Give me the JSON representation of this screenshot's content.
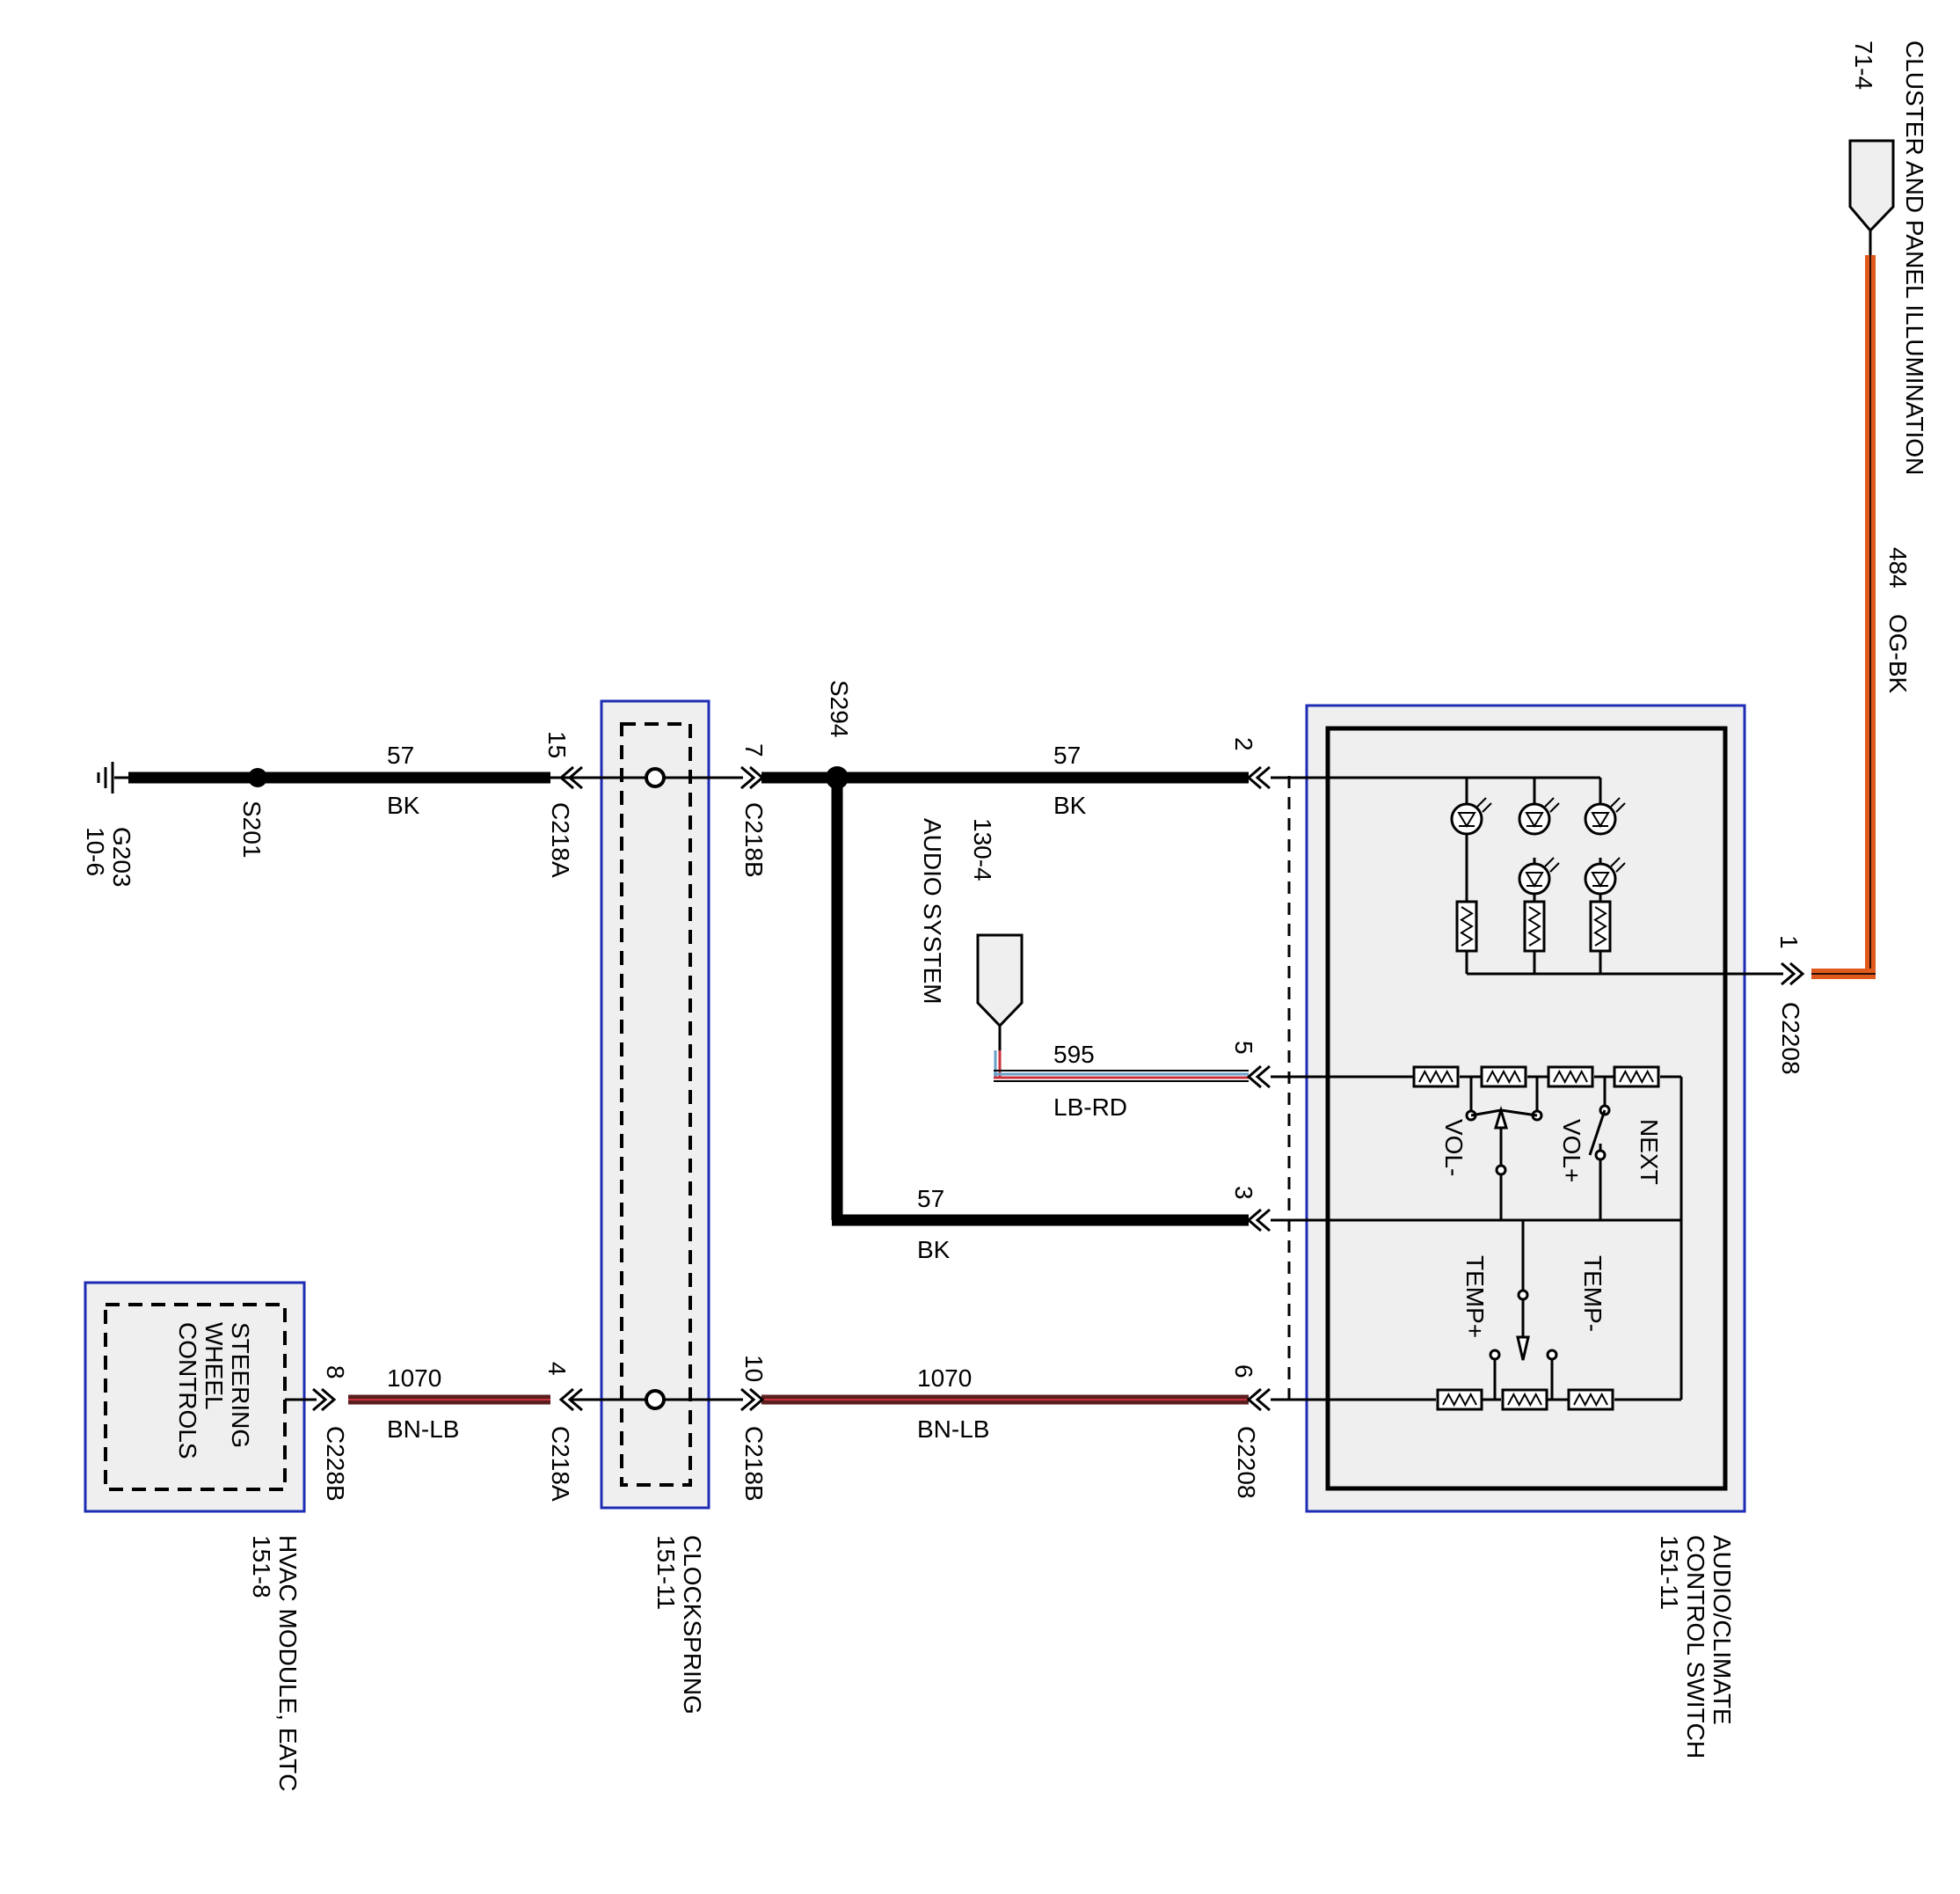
{
  "colors": {
    "module_border": "#1e2cb4",
    "module_fill": "#efefef",
    "wire_black": "#000000",
    "wire_orange": "#e05a1e",
    "wire_brown": "#5a1e1e",
    "wire_lightblue": "#6aa0c8",
    "wire_red": "#c8323c"
  },
  "modules": {
    "cluster": {
      "name": "CLUSTER AND PANEL ILLUMINATION",
      "ref": "71-4"
    },
    "audio_system": {
      "name": "AUDIO SYSTEM",
      "ref": "130-4"
    },
    "audio_climate": {
      "line1": "AUDIO/CLIMATE",
      "line2": "CONTROL SWITCH",
      "ref": "151-11"
    },
    "clockspring": {
      "name": "CLOCKSPRING",
      "ref": "151-11"
    },
    "hvac": {
      "name": "HVAC MODULE, EATC",
      "ref": "151-8"
    },
    "steering": {
      "line1": "STEERING",
      "line2": "WHEEL",
      "line3": "CONTROLS"
    }
  },
  "wires": {
    "w484": {
      "circuit": "484",
      "color_code": "OG-BK"
    },
    "w57_ground": {
      "circuit": "57",
      "color_code": "BK"
    },
    "w57_top": {
      "circuit": "57",
      "color_code": "BK"
    },
    "w595": {
      "circuit": "595",
      "color_code": "LB-RD"
    },
    "w57_bottom": {
      "circuit": "57",
      "color_code": "BK"
    },
    "w1070_left": {
      "circuit": "1070",
      "color_code": "BN-LB"
    },
    "w1070_right": {
      "circuit": "1070",
      "color_code": "BN-LB"
    }
  },
  "connectors": {
    "c2208": "C2208",
    "c218a": "C218A",
    "c218b": "C218B",
    "c228b": "C228B"
  },
  "pins": {
    "c2208_1": "1",
    "c2208_2": "2",
    "c2208_5": "5",
    "c2208_3": "3",
    "c2208_6": "6",
    "c218a_15": "15",
    "c218b_7": "7",
    "c218a_4": "4",
    "c218b_10": "10",
    "c228b_8": "8"
  },
  "splices": {
    "s201": "S201",
    "s294": "S294"
  },
  "ground": {
    "id": "G203",
    "ref": "10-6"
  },
  "switch_labels": {
    "vol_minus": "VOL-",
    "vol_plus": "VOL+",
    "next": "NEXT",
    "temp_plus": "TEMP+",
    "temp_minus": "TEMP-"
  }
}
